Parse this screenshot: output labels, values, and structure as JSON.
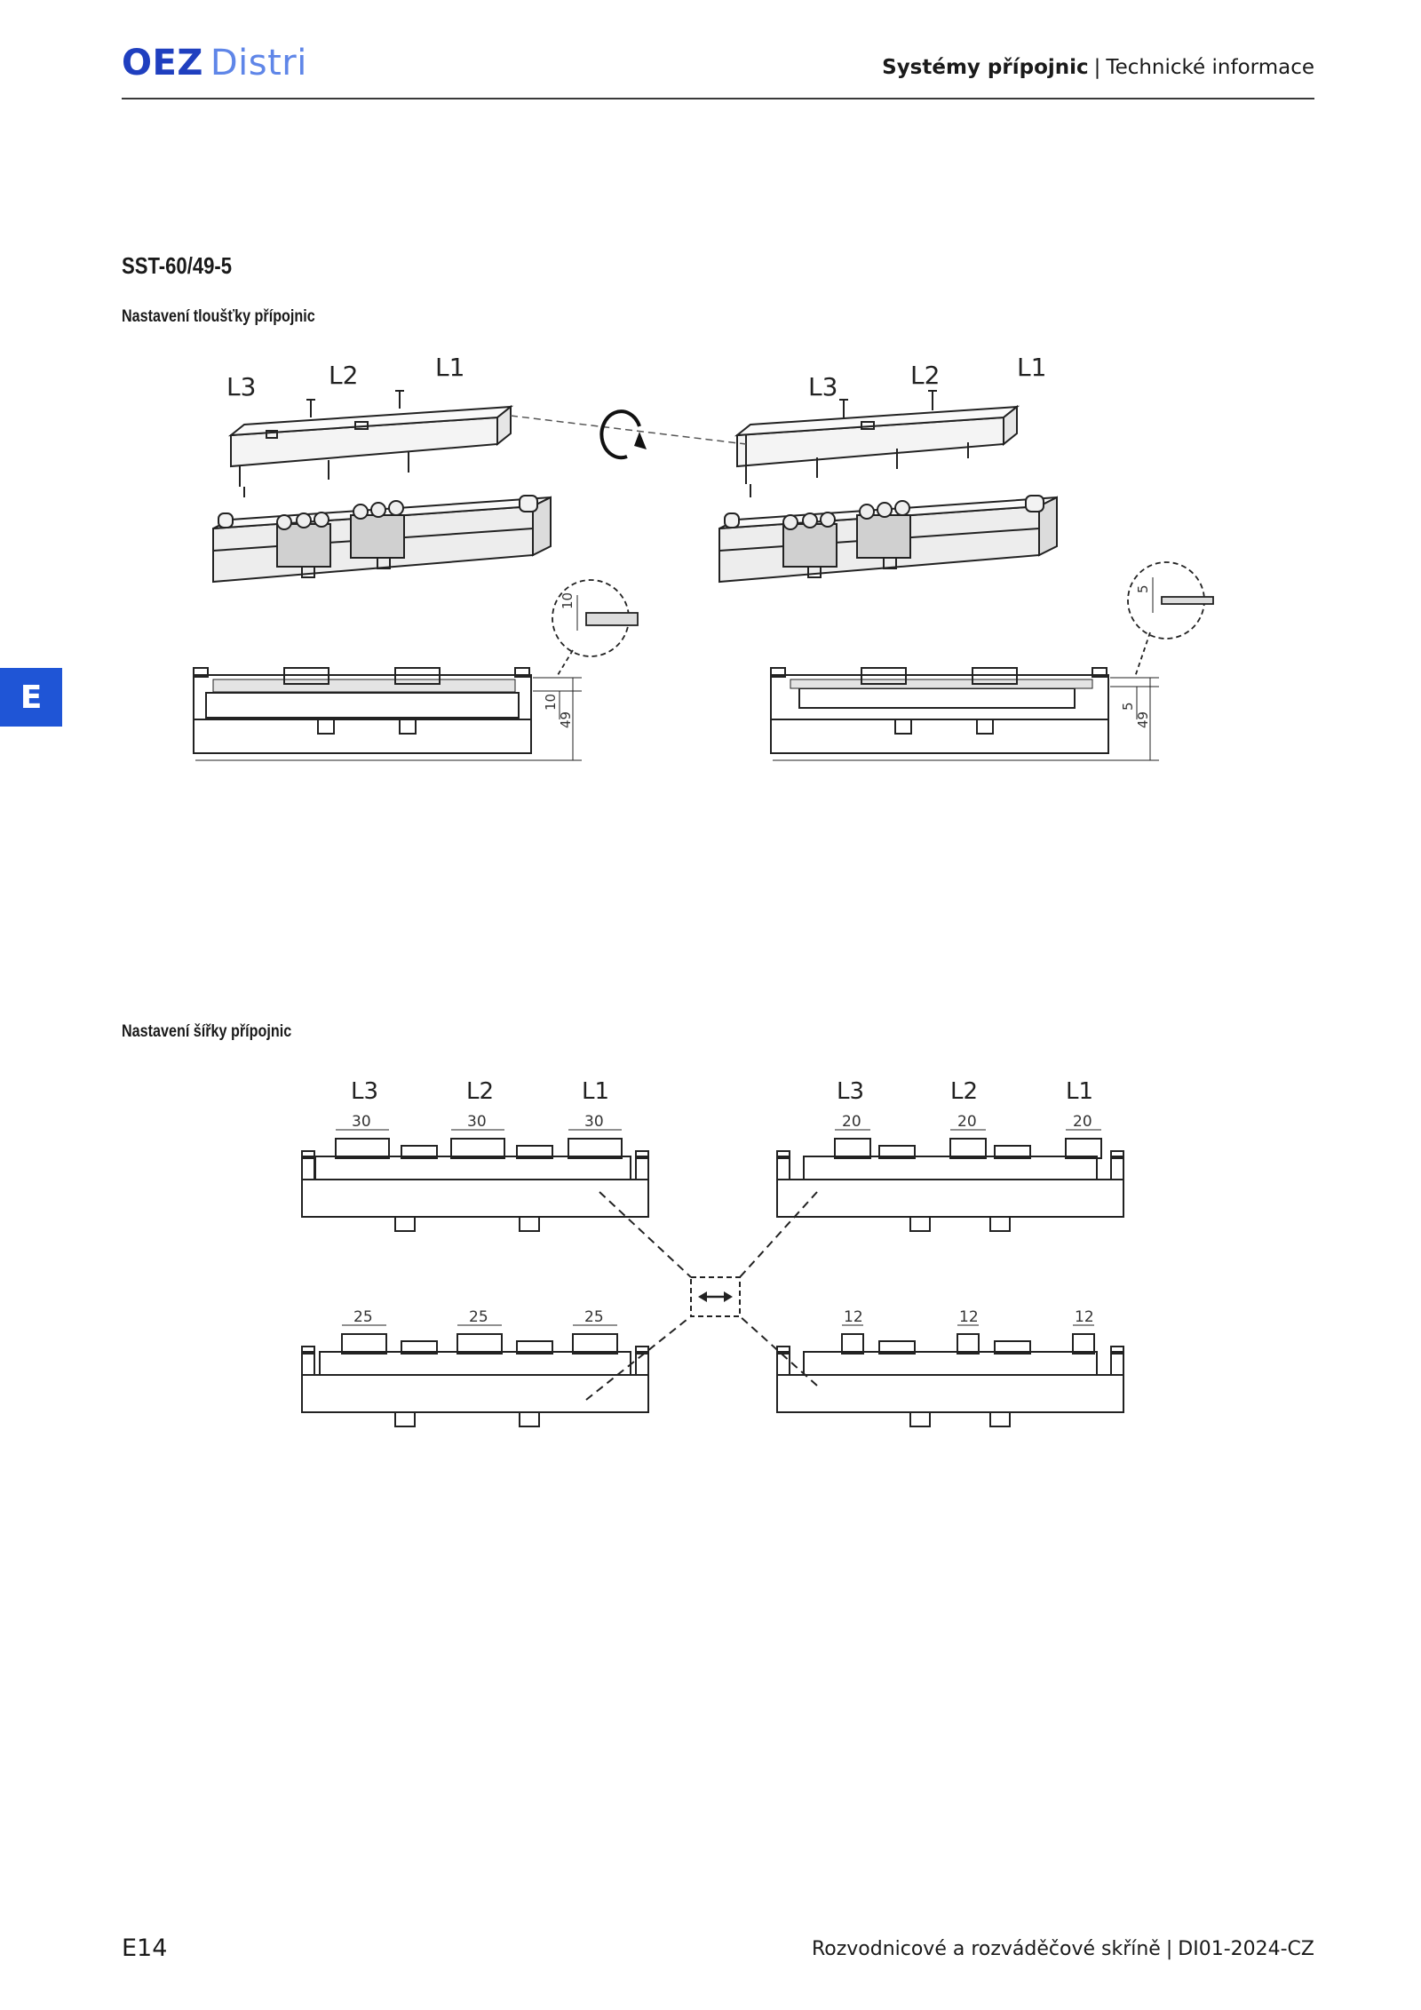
{
  "header": {
    "logo_primary": "OEZ",
    "logo_secondary": "Distri",
    "section": "Systémy přípojnic",
    "subsection": "Technické informace"
  },
  "side_tab": "E",
  "product_title": "SST-60/49-5",
  "thickness": {
    "heading": "Nastavení tloušťky přípojnic",
    "phases": [
      "L3",
      "L2",
      "L1"
    ],
    "left": {
      "bar_thickness": "10",
      "height": "49"
    },
    "right": {
      "bar_thickness": "5",
      "height": "49"
    }
  },
  "width": {
    "heading": "Nastavení šířky přípojnic",
    "phases": [
      "L3",
      "L2",
      "L1"
    ],
    "variants": [
      {
        "bar_width": "30"
      },
      {
        "bar_width": "20"
      },
      {
        "bar_width": "25"
      },
      {
        "bar_width": "12"
      }
    ]
  },
  "footer": {
    "page": "E14",
    "title": "Rozvodnicové a rozváděčové skříně",
    "code": "DI01-2024-CZ"
  }
}
